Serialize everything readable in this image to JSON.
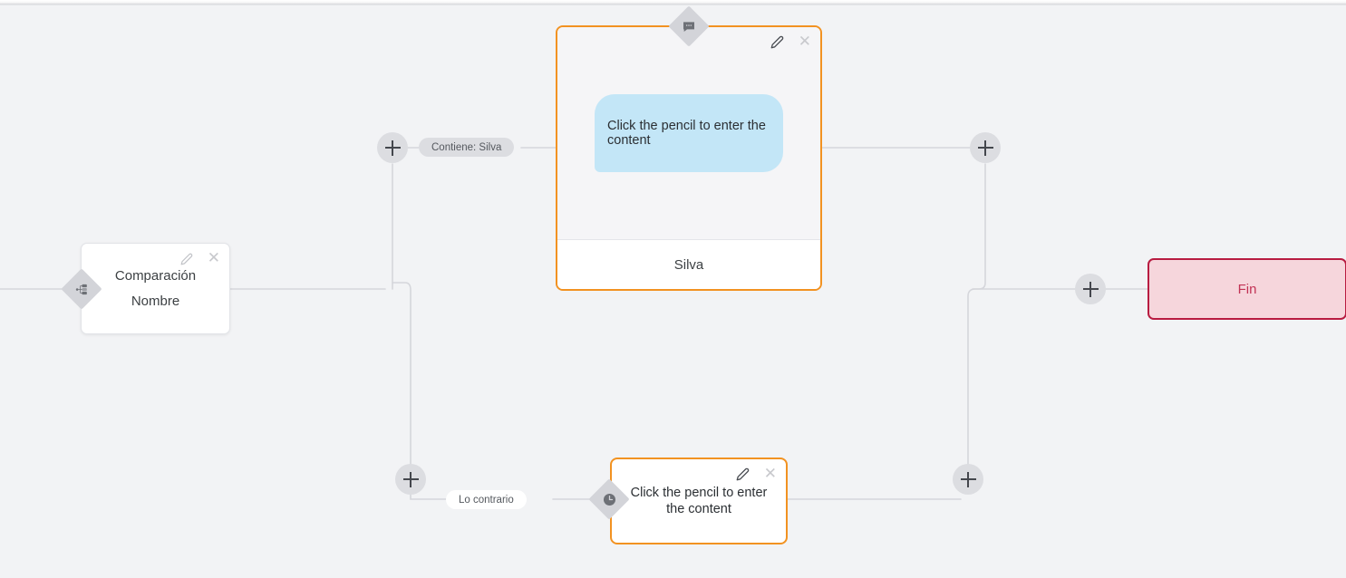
{
  "canvas": {
    "background_color": "#f2f3f5",
    "edge_color": "#d5d6db",
    "accent_orange": "#f29221",
    "accent_crimson": "#b81c41",
    "bubble_blue": "#c3e6f7"
  },
  "nodes": {
    "comparison": {
      "badge_icon": "sitemap-icon",
      "title": "Comparación",
      "subtitle": "Nombre",
      "edit_icon": "pencil-icon",
      "close_icon": "close-icon"
    },
    "message": {
      "badge_icon": "message-bubble-icon",
      "edit_icon": "pencil-icon",
      "close_icon": "close-icon",
      "bubble_text": "Click the pencil to enter the content",
      "footer_label": "Silva"
    },
    "wait": {
      "badge_icon": "clock-icon",
      "edit_icon": "pencil-icon",
      "close_icon": "close-icon",
      "text": "Click the pencil to enter the content"
    },
    "end": {
      "label": "Fin"
    }
  },
  "edge_labels": {
    "branch_true": "Contiene: Silva",
    "branch_false": "Lo contrario"
  },
  "add_buttons": [
    {
      "name": "add-node-top-left",
      "icon": "plus-icon"
    },
    {
      "name": "add-node-bottom-left",
      "icon": "plus-icon"
    },
    {
      "name": "add-node-top-right",
      "icon": "plus-icon"
    },
    {
      "name": "add-node-bottom-right",
      "icon": "plus-icon"
    },
    {
      "name": "add-node-before-end",
      "icon": "plus-icon"
    }
  ]
}
